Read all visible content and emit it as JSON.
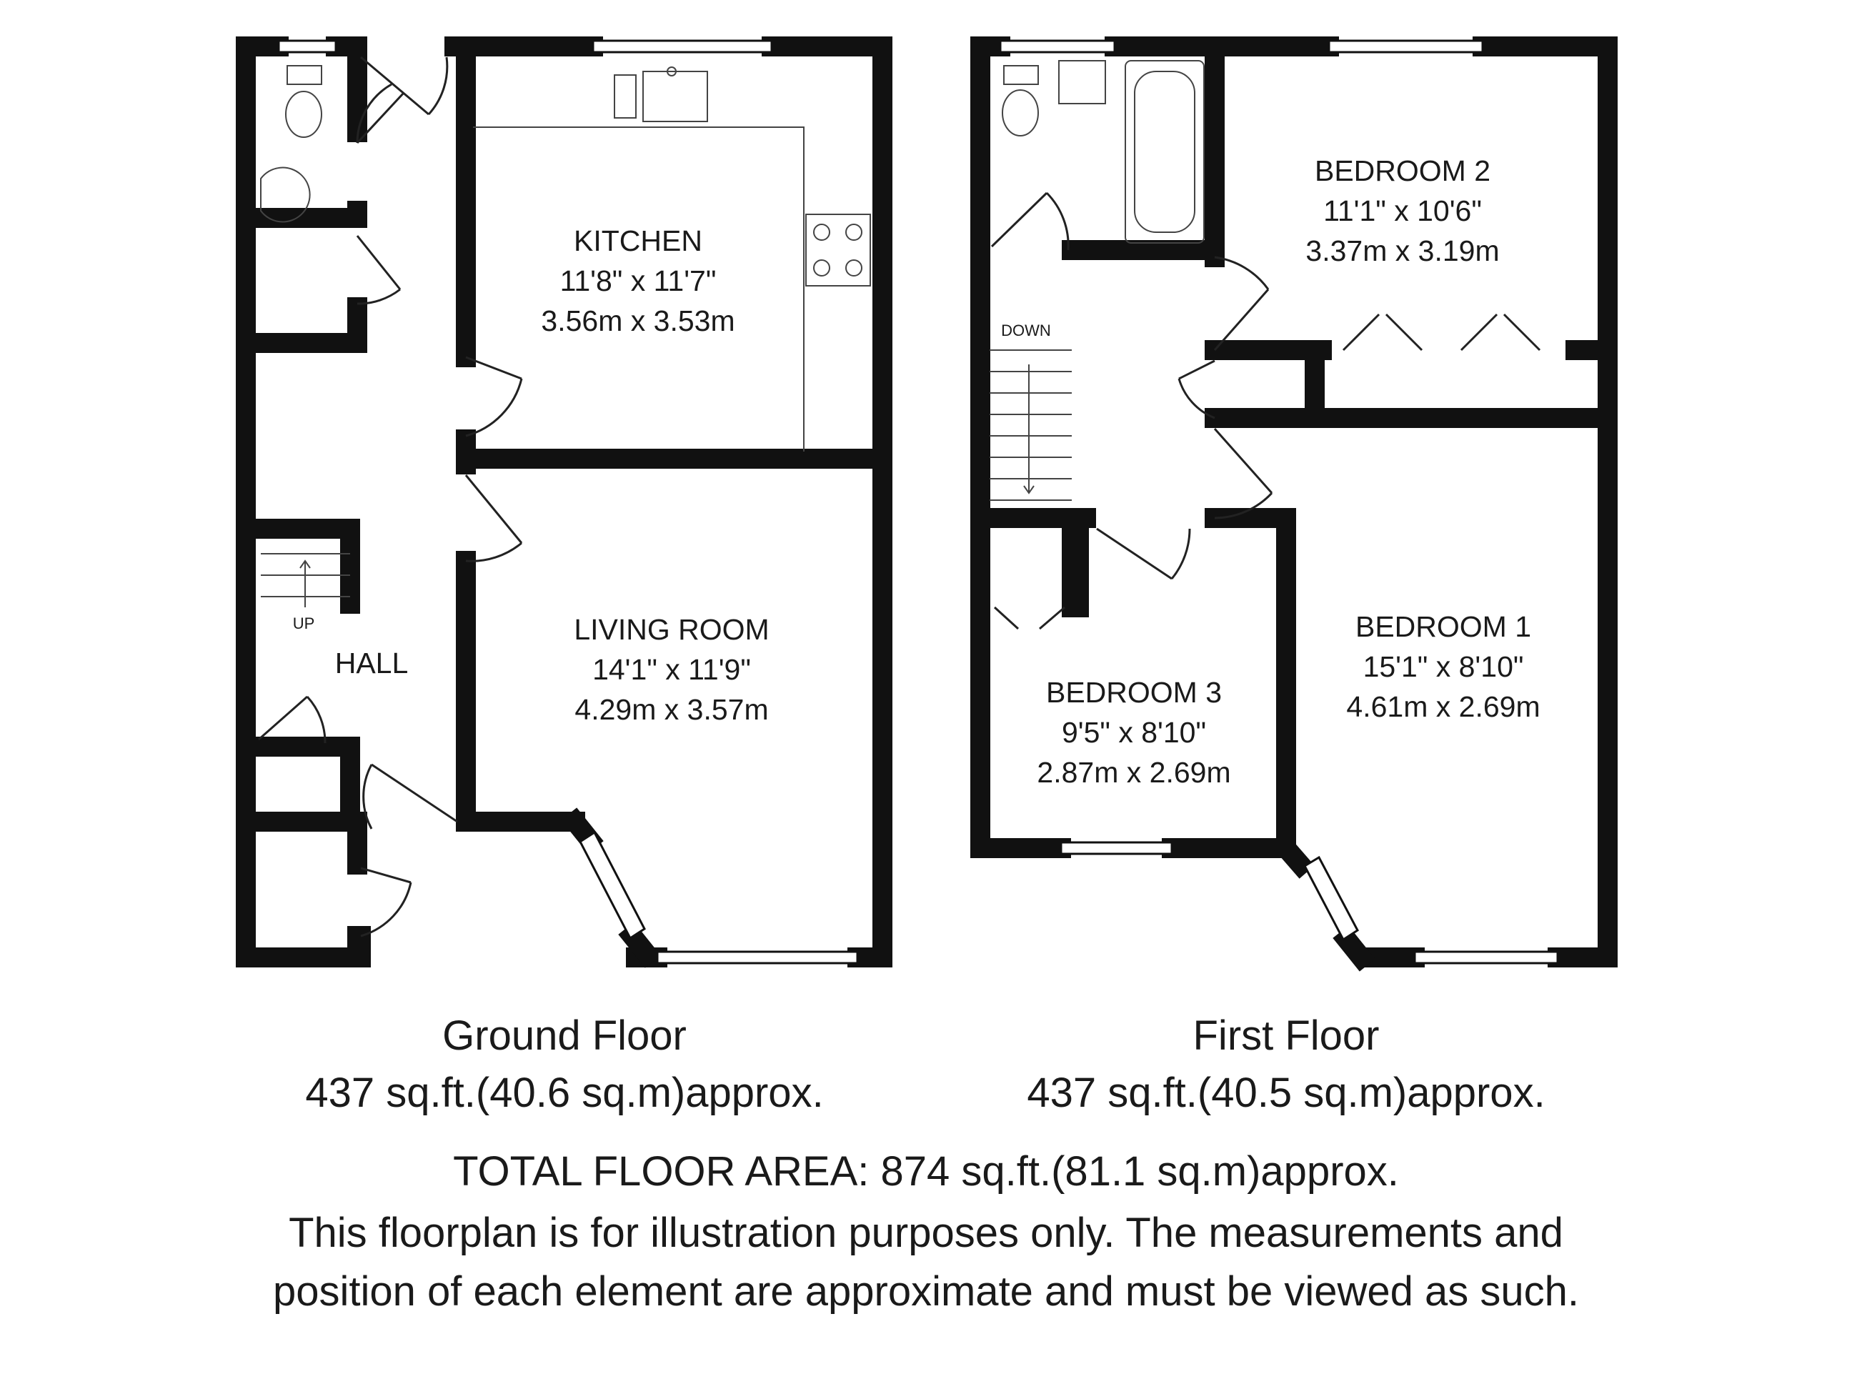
{
  "ground_floor": {
    "rooms": [
      {
        "name": "KITCHEN",
        "dims_imperial": "11'8\" x 11'7\"",
        "dims_metric": "3.56m x 3.53m"
      },
      {
        "name": "LIVING ROOM",
        "dims_imperial": "14'1\" x 11'9\"",
        "dims_metric": "4.29m x 3.57m"
      },
      {
        "name": "HALL"
      }
    ],
    "stairs_label": "UP",
    "caption": "Ground Floor",
    "area": "437 sq.ft.(40.6 sq.m)approx."
  },
  "first_floor": {
    "rooms": [
      {
        "name": "BEDROOM 2",
        "dims_imperial": "11'1\" x 10'6\"",
        "dims_metric": "3.37m x 3.19m"
      },
      {
        "name": "BEDROOM 1",
        "dims_imperial": "15'1\" x 8'10\"",
        "dims_metric": "4.61m x 2.69m"
      },
      {
        "name": "BEDROOM 3",
        "dims_imperial": "9'5\" x 8'10\"",
        "dims_metric": "2.87m x 2.69m"
      }
    ],
    "stairs_label": "DOWN",
    "caption": "First Floor",
    "area": "437 sq.ft.(40.5 sq.m)approx."
  },
  "total_area": "TOTAL FLOOR AREA: 874 sq.ft.(81.1 sq.m)approx.",
  "disclaimer": "This floorplan is for illustration purposes only. The measurements and position of each element are approximate and must be viewed as such.",
  "colors": {
    "wall": "#111111",
    "line": "#555555",
    "background": "#ffffff"
  }
}
